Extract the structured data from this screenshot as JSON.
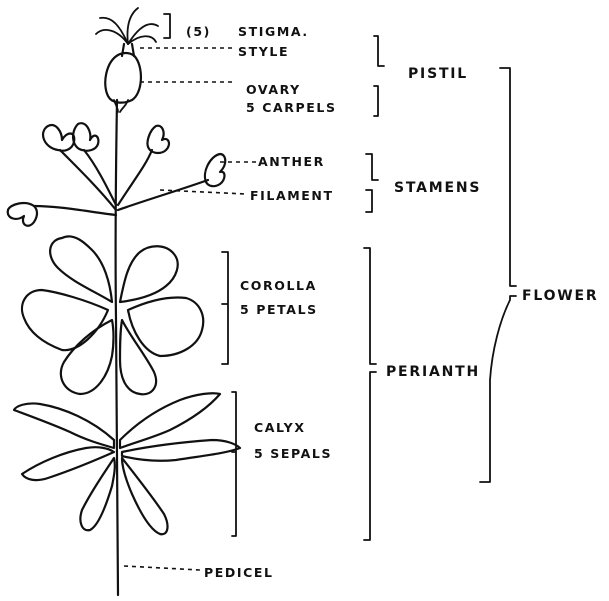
{
  "labels": {
    "stigma_count": "(5)",
    "stigma": "STIGMA.",
    "style": "STYLE",
    "ovary": "OVARY",
    "carpels": "5 CARPELS",
    "anther": "ANTHER",
    "filament": "FILAMENT",
    "corolla": "COROLLA",
    "petals": "5 PETALS",
    "calyx": "CALYX",
    "sepals": "5 SEPALS",
    "pedicel": "PEDICEL",
    "pistil": "PISTIL",
    "stamens": "STAMENS",
    "perianth": "PERIANTH",
    "flower": "FLOWER"
  }
}
